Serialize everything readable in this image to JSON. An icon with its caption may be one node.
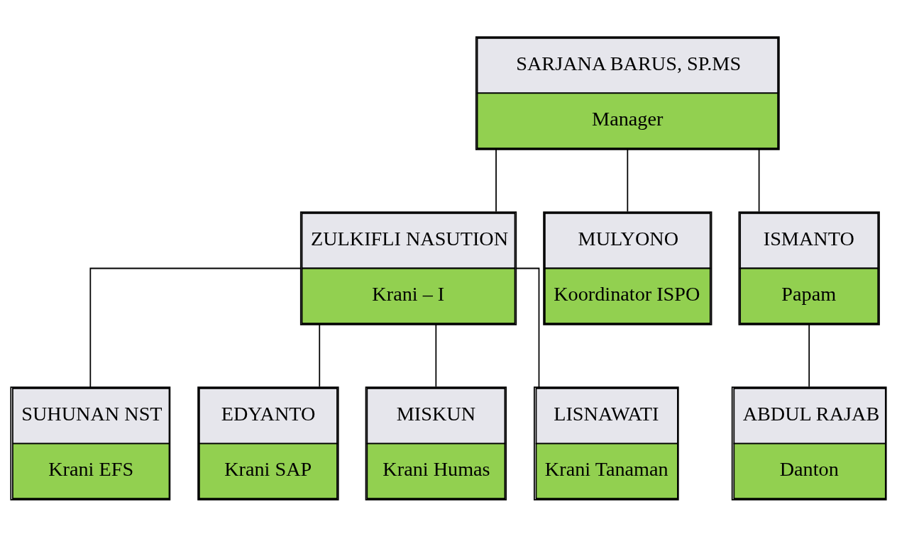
{
  "diagram": {
    "nodes": [
      {
        "text": [
          "SARJANA BARUS, SP.MS",
          "Manager"
        ]
      },
      {
        "text": [
          "ZULKIFLI NASUTION",
          "Krani – I"
        ]
      },
      {
        "text": [
          "MULYONO",
          "Koordinator ISPO"
        ]
      },
      {
        "text": [
          "ISMANTO",
          "Papam"
        ]
      },
      {
        "text": [
          "SUHUNAN NST",
          "Krani EFS"
        ]
      },
      {
        "text": [
          "EDYANTO",
          "Krani SAP"
        ]
      },
      {
        "text": [
          "MISKUN",
          "Krani Humas"
        ]
      },
      {
        "text": [
          "LISNAWATI",
          "Krani Tanaman"
        ]
      },
      {
        "text": [
          "ABDUL RAJAB",
          "Danton"
        ]
      }
    ],
    "edges": [
      {
        "from": 0,
        "to": 1,
        "arrow": "none"
      },
      {
        "from": 0,
        "to": 2,
        "arrow": "none"
      },
      {
        "from": 0,
        "to": 3,
        "arrow": "none"
      },
      {
        "from": 1,
        "to": 4,
        "arrow": "none"
      },
      {
        "from": 1,
        "to": 5,
        "arrow": "none"
      },
      {
        "from": 1,
        "to": 6,
        "arrow": "none"
      },
      {
        "from": 1,
        "to": 7,
        "arrow": "none"
      },
      {
        "from": 3,
        "to": 8,
        "arrow": "none"
      }
    ]
  }
}
